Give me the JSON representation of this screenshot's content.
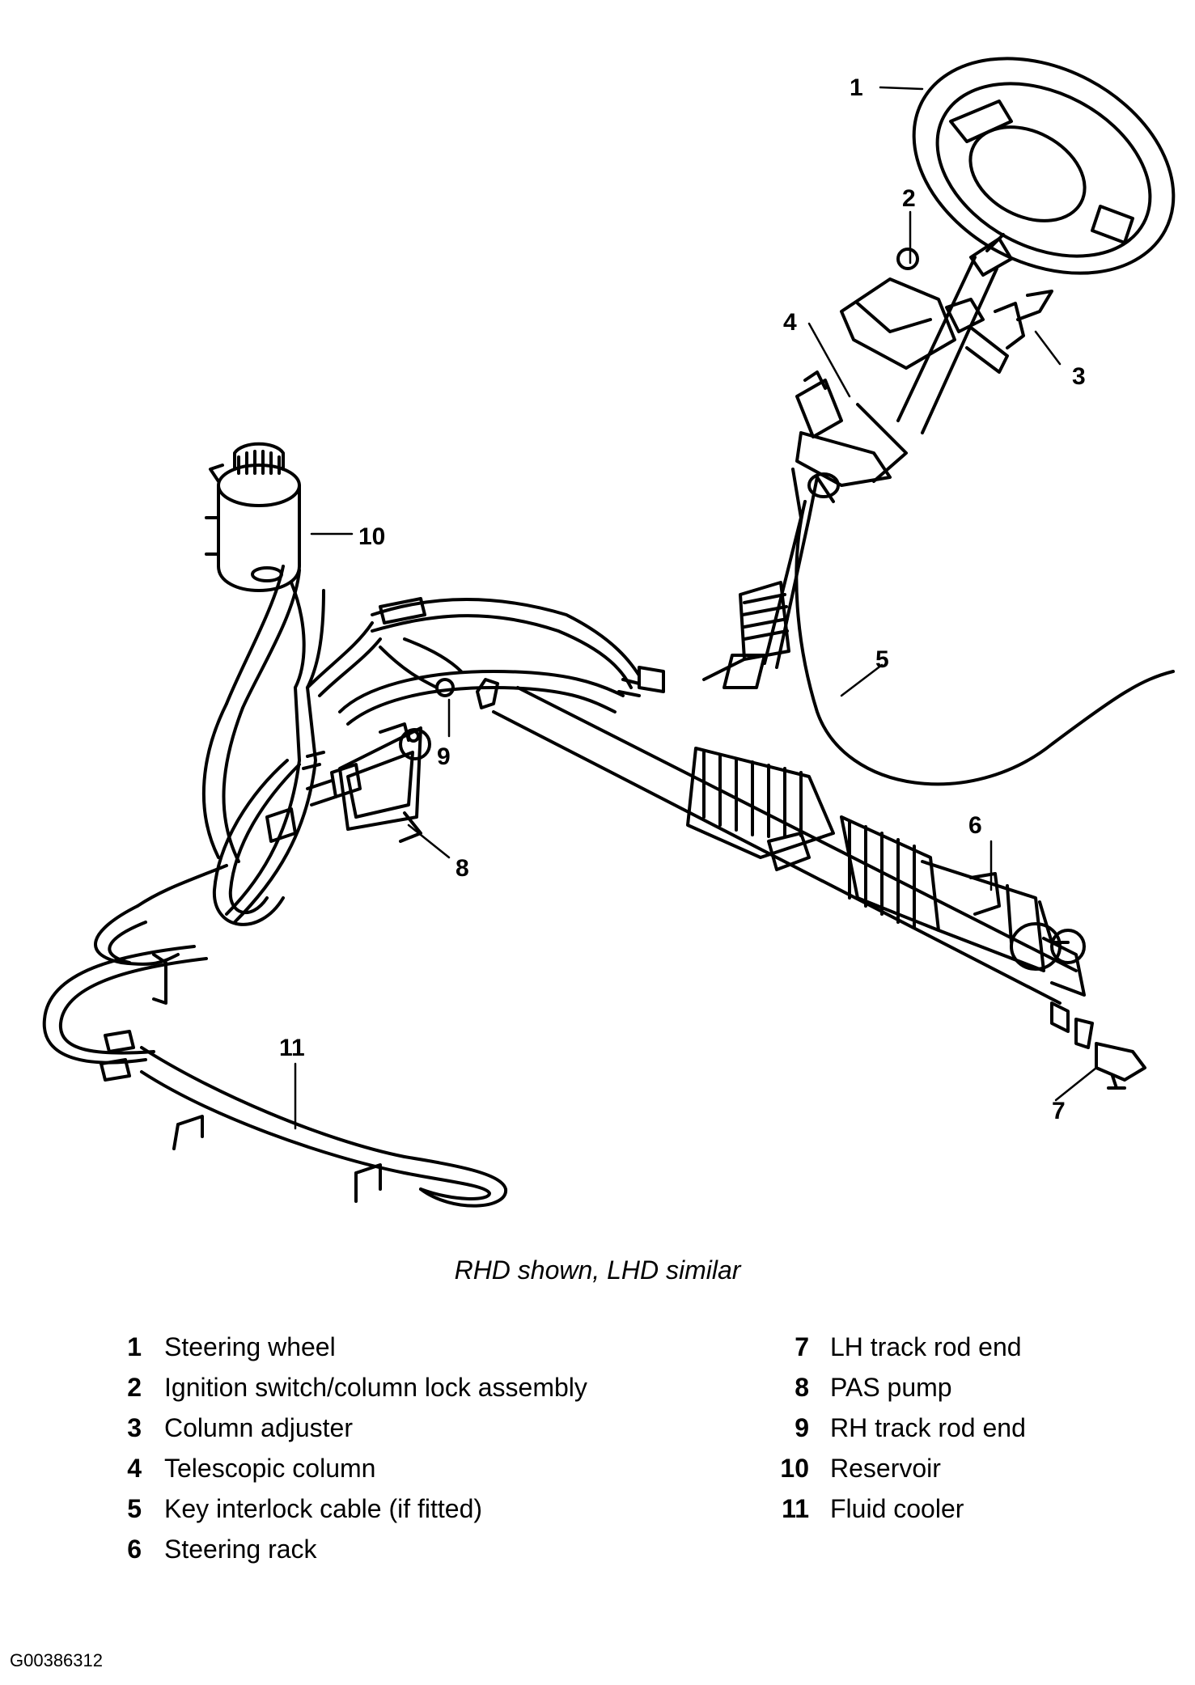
{
  "caption": "RHD shown, LHD similar",
  "figure_id": "G00386312",
  "callouts": [
    {
      "number": "1",
      "label": "Steering wheel"
    },
    {
      "number": "2",
      "label": "Ignition switch/column lock assembly"
    },
    {
      "number": "3",
      "label": "Column adjuster"
    },
    {
      "number": "4",
      "label": "Telescopic column"
    },
    {
      "number": "5",
      "label": "Key interlock cable (if fitted)"
    },
    {
      "number": "6",
      "label": "Steering rack"
    },
    {
      "number": "7",
      "label": "LH track rod end"
    },
    {
      "number": "8",
      "label": "PAS pump"
    },
    {
      "number": "9",
      "label": "RH track rod end"
    },
    {
      "number": "10",
      "label": "Reservoir"
    },
    {
      "number": "11",
      "label": "Fluid cooler"
    }
  ],
  "colors": {
    "ink": "#000000",
    "paper": "#ffffff"
  }
}
